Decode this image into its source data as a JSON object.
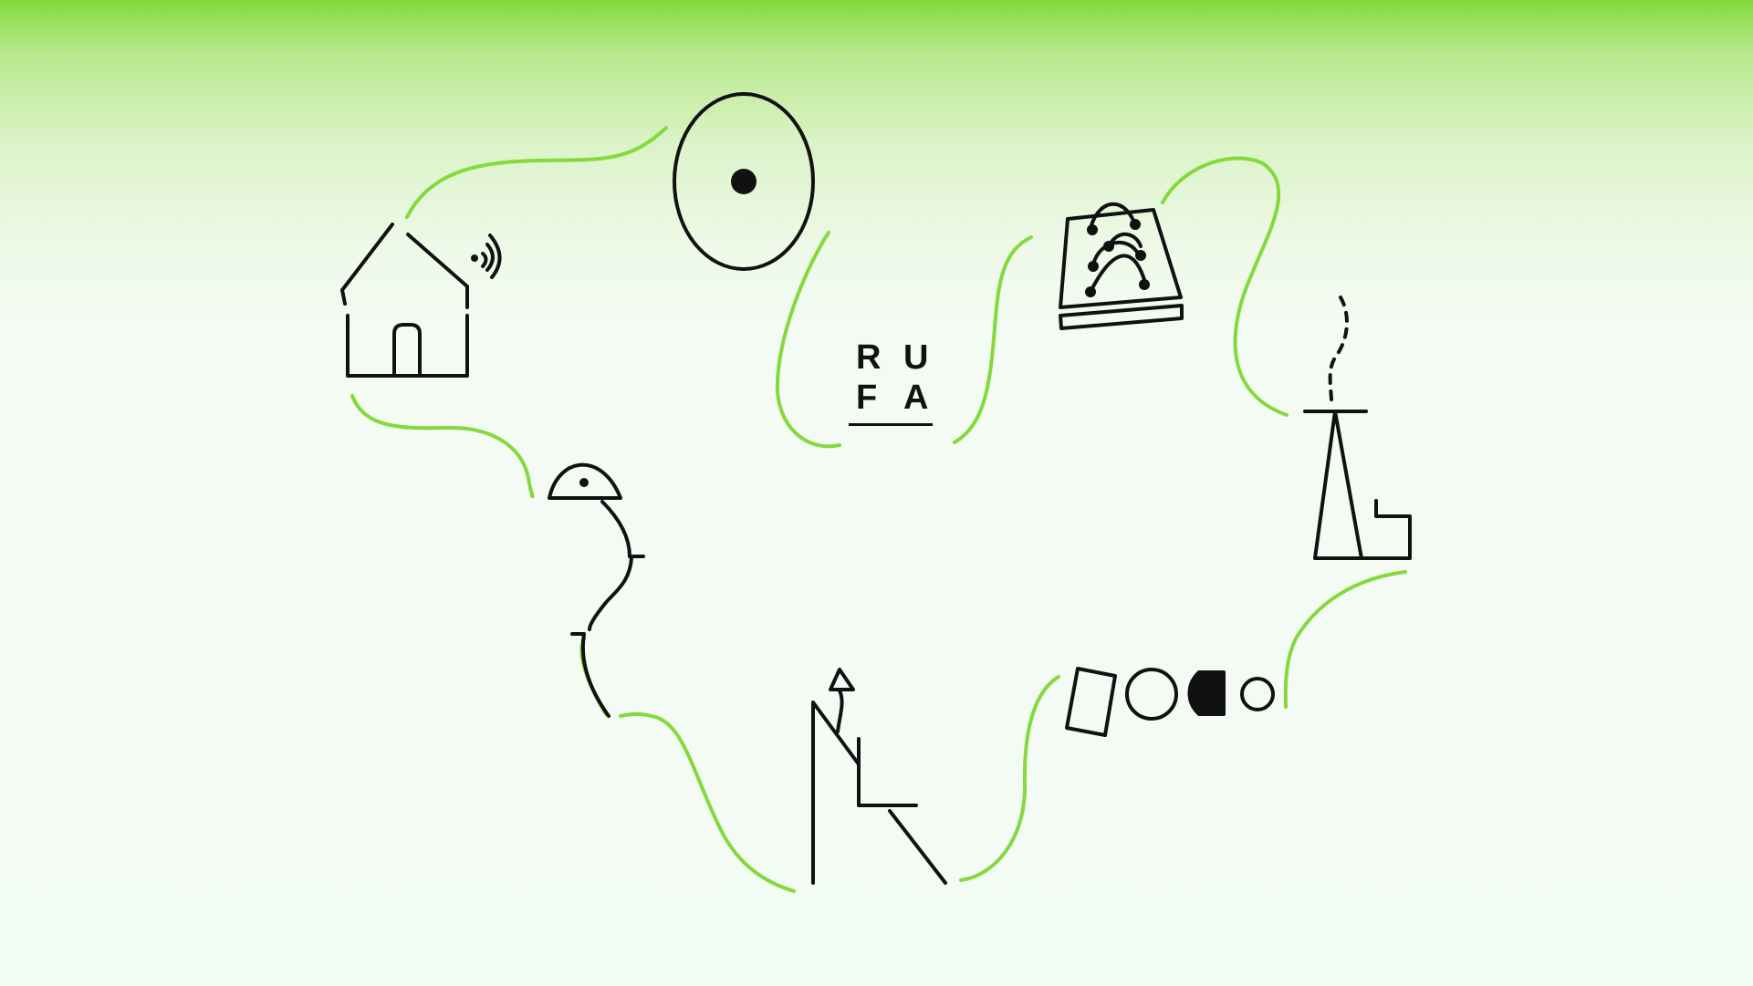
{
  "logo": {
    "letters": [
      "R",
      "U",
      "F",
      "A"
    ]
  },
  "colors": {
    "gradient_top": "#84d93c",
    "background": "#f3fbf5",
    "path_green": "#84d93c",
    "icon_stroke": "#111111"
  },
  "icons": [
    "smart-home-icon",
    "eye-icon",
    "shopping-bag-icon",
    "tower-icon",
    "shapes-icon",
    "climber-icon",
    "dome-lamp-icon"
  ]
}
